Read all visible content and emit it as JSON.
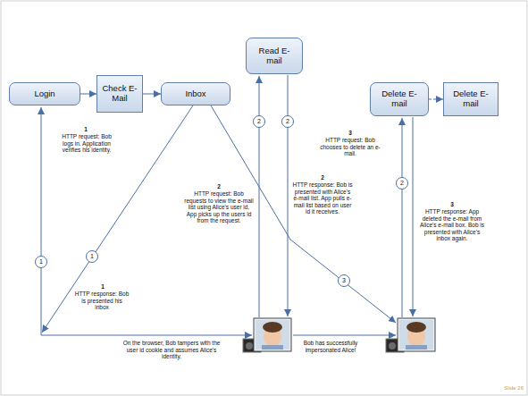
{
  "diagram": {
    "nodes": [
      {
        "text": [
          "Login"
        ]
      },
      {
        "text": [
          "Check E-Mail"
        ]
      },
      {
        "text": [
          "Inbox"
        ]
      },
      {
        "text": [
          "Read E-mail"
        ]
      },
      {
        "text": [
          "Delete E-mail"
        ]
      },
      {
        "text": [
          "Delete E-mail"
        ]
      }
    ],
    "edges": [
      {
        "from": 0,
        "to": 1,
        "arrow": "to"
      },
      {
        "from": 1,
        "to": 2,
        "arrow": "to"
      },
      {
        "from": 4,
        "to": 5,
        "arrow": "to"
      }
    ],
    "labels": [
      "1",
      "HTTP request: Bob logs in. Application verifies his identity.",
      "1",
      "HTTP response: Bob is presented his inbox",
      "2",
      "HTTP request: Bob requests to view the e-mail list using Alice's user id. App picks up the users id from the request.",
      "2",
      "HTTP response: Bob is presented with Alice's e-mail list. App pulls e-mail list based on user id it receives.",
      "3",
      "HTTP request: Bob chooses to delete an e-mail.",
      "3",
      "HTTP response: App deleted the e-mail from Alice's e-mail box. Bob is presented with Alice's inbox again.",
      "On the browser, Bob tampers with the user id cookie and assumes Alice's identity.",
      "Bob has successfully impersonated Alice!",
      "1",
      "1",
      "2",
      "2",
      "3",
      "2",
      "Slide 26"
    ]
  }
}
